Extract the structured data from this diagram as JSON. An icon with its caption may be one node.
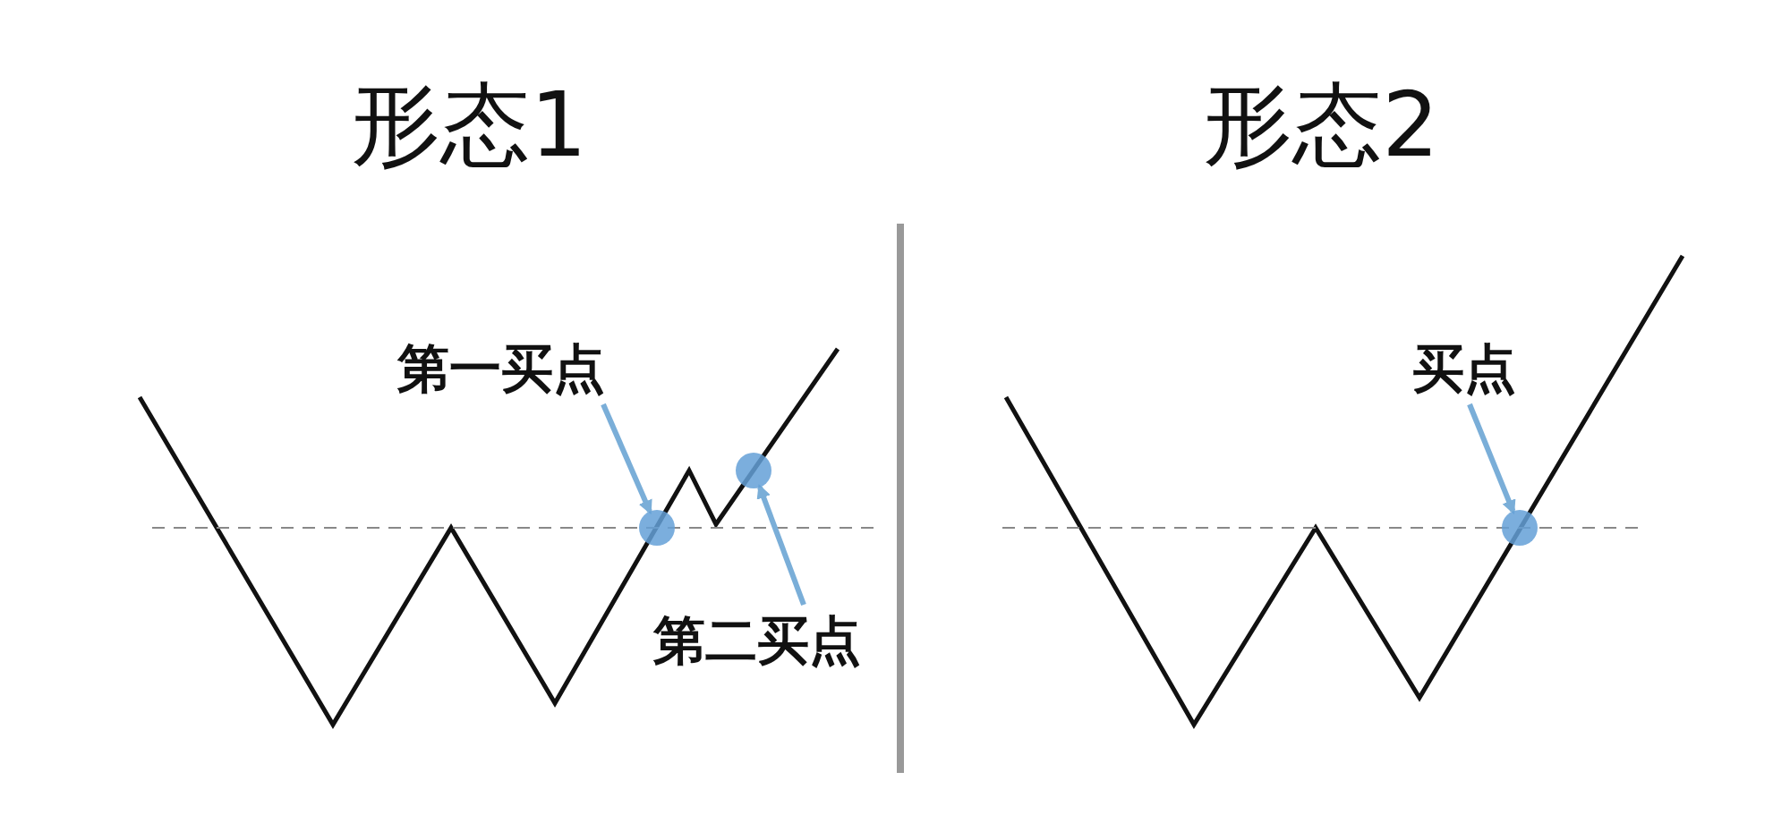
{
  "diagram": {
    "nodes": [
      {
        "text": [
          "第一买点"
        ]
      },
      {
        "text": [],
        "shape": "circle"
      },
      {
        "text": [],
        "shape": "circle"
      },
      {
        "text": [
          "第二买点"
        ]
      },
      {
        "text": [
          "买点"
        ]
      },
      {
        "text": [],
        "shape": "circle"
      }
    ],
    "edges": [
      {
        "from": 0,
        "to": 1,
        "arrow": "to"
      },
      {
        "from": 3,
        "to": 2,
        "arrow": "to"
      },
      {
        "from": 4,
        "to": 5,
        "arrow": "to"
      }
    ],
    "labels": [
      "形态1",
      "形态2"
    ]
  }
}
